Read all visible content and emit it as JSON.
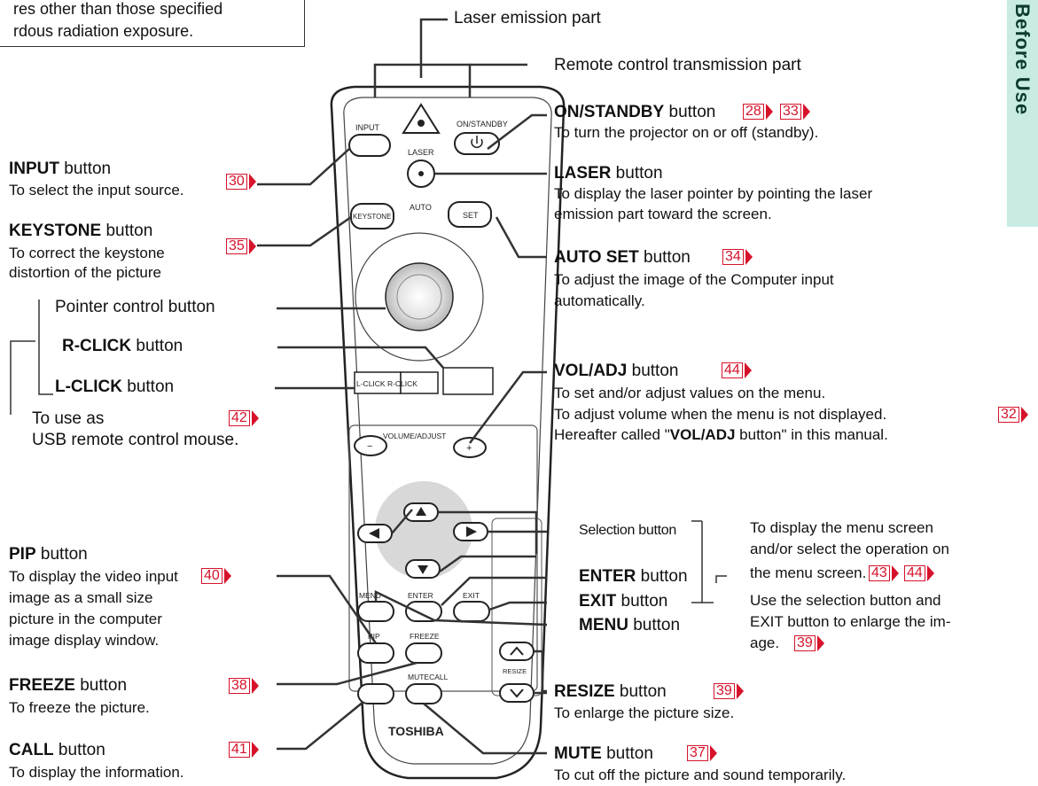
{
  "warning": {
    "line1": "res other than those specified",
    "line2": "rdous radiation exposure."
  },
  "side_tab": "Before Use",
  "remote": {
    "labels": {
      "input": "INPUT",
      "on_standby": "ON/STANDBY",
      "laser": "LASER",
      "keystone": "KEYSTONE",
      "auto": "AUTO",
      "set": "SET",
      "lclick_rclick": "L-CLICK R-CLICK",
      "volume_adjust": "VOLUME/ADJUST",
      "minus": "−",
      "plus": "+",
      "menu": "MENU",
      "enter": "ENTER",
      "exit": "EXIT",
      "pip": "PIP",
      "freeze": "FREEZE",
      "mutecall": "MUTECALL",
      "resize": "RESIZE",
      "brand": "TOSHIBA"
    }
  },
  "callouts": {
    "laser_emission": "Laser emission part",
    "remote_transmission": "Remote control transmission part",
    "on_standby": {
      "title": "ON/STANDBY",
      "suffix": " button",
      "refs": [
        "28",
        "33"
      ],
      "desc": "To turn the projector on or off (standby)."
    },
    "laser": {
      "title": "LASER",
      "suffix": " button",
      "desc1": "To display the laser pointer by pointing the laser",
      "desc2": "emission part toward the screen."
    },
    "auto_set": {
      "title": "AUTO SET",
      "suffix": " button",
      "ref": "34",
      "desc1": "To adjust the image of the Computer input",
      "desc2": "automatically."
    },
    "vol_adj": {
      "title": "VOL/ADJ",
      "suffix": " button",
      "ref": "44",
      "desc1": "To set and/or adjust values on the menu.",
      "desc2": "To adjust volume when the menu is not displayed.",
      "ref2": "32",
      "desc3a": "Hereafter called \"",
      "desc3b": "VOL/ADJ",
      "desc3c": " button\" in this manual."
    },
    "selection": "Selection button",
    "enter": {
      "title": "ENTER",
      "suffix": " button"
    },
    "exit": {
      "title": "EXIT",
      "suffix": " button"
    },
    "menu": {
      "title": "MENU",
      "suffix": " button"
    },
    "menu_note": {
      "line1": "To display the menu screen",
      "line2": "and/or select the operation on",
      "line3": "the menu screen.",
      "refs": [
        "43",
        "44"
      ]
    },
    "enlarge_note": {
      "line1": "Use the selection button and",
      "line2": "EXIT button to enlarge the im-",
      "line3": "age.",
      "ref": "39"
    },
    "resize": {
      "title": "RESIZE",
      "suffix": " button",
      "ref": "39",
      "desc": "To enlarge the picture size."
    },
    "mute": {
      "title": "MUTE",
      "suffix": " button",
      "ref": "37",
      "desc": "To cut off the picture and sound temporarily."
    },
    "input": {
      "title": "INPUT",
      "suffix": " button",
      "ref": "30",
      "desc": "To select the input source."
    },
    "keystone": {
      "title": "KEYSTONE",
      "suffix": " button",
      "ref": "35",
      "desc1": "To correct the keystone",
      "desc2": "distortion of the picture"
    },
    "pointer": "Pointer control button",
    "rclick": {
      "title": "R-CLICK",
      "suffix": " button"
    },
    "lclick": {
      "title": "L-CLICK",
      "suffix": " button"
    },
    "usb": {
      "line1": "To use as",
      "line2": "USB remote control mouse.",
      "ref": "42"
    },
    "pip": {
      "title": "PIP",
      "suffix": " button",
      "ref": "40",
      "desc1": "To display the video input",
      "desc2": "image as a small size",
      "desc3": "picture in the computer",
      "desc4": "image display window."
    },
    "freeze": {
      "title": "FREEZE",
      "suffix": " button",
      "ref": "38",
      "desc": "To freeze the picture."
    },
    "call": {
      "title": "CALL",
      "suffix": " button",
      "ref": "41",
      "desc": "To display the information."
    }
  },
  "colors": {
    "ref_red": "#d6132b",
    "tab_green": "#c8ece3",
    "ink": "#111111"
  }
}
